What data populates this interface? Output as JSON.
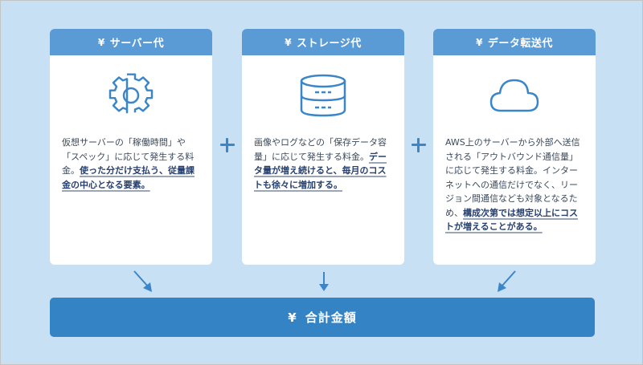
{
  "cards": [
    {
      "title": "サーバー代",
      "currency_symbol": "¥",
      "icon": "gear-icon",
      "text": "仮想サーバーの「稼働時間」や「スペック」に応じて発生する料金。",
      "emphasis": "使った分だけ支払う、従量課金の中心となる要素。",
      "text_after": ""
    },
    {
      "title": "ストレージ代",
      "currency_symbol": "¥",
      "icon": "database-icon",
      "text": "画像やログなどの「保存データ容量」に応じて発生する料金。",
      "emphasis": "データ量が増え続けると、毎月のコストも徐々に増加する。",
      "text_after": ""
    },
    {
      "title": "データ転送代",
      "currency_symbol": "¥",
      "icon": "cloud-icon",
      "text": "AWS上のサーバーから外部へ送信される「アウトバウンド通信量」に応じて発生する料金。インターネットへの通信だけでなく、リージョン間通信なども対象となるため、",
      "emphasis": "構成次第では想定以上にコストが増えることがある。",
      "text_after": ""
    }
  ],
  "operators": [
    "+",
    "+"
  ],
  "total": {
    "currency_symbol": "¥",
    "label": "合計金額"
  },
  "colors": {
    "background": "#c8e0f4",
    "card_header": "#5a9bd5",
    "icon_stroke": "#3a86c8",
    "total_bar": "#3483c4",
    "emphasis_text": "#27406e",
    "body_text": "#3c4a5c"
  }
}
